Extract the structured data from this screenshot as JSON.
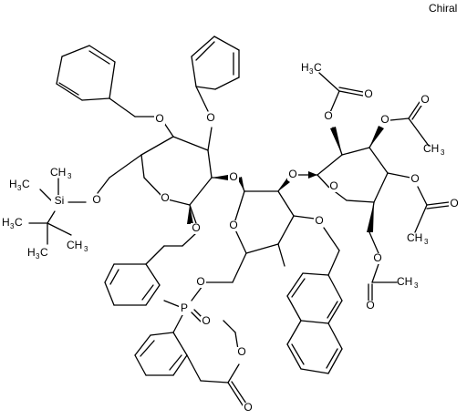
{
  "chiral_flag": "Chiral",
  "atom_labels": {
    "o_ring_left": "O",
    "o_ring_middle": "O",
    "o_ring_right": "O",
    "o_benzyl_upper_left": "O",
    "o_benzyl_upper_right": "O",
    "o_silyl": "O",
    "o_glyco_left": "O",
    "o_glyco_right": "O",
    "o_anomeric": "O",
    "o_naphthyl": "O",
    "o_methylene": "O",
    "o_phosphoryl": "O",
    "o_ester_ether": "O",
    "o_ester_carbonyl": "O",
    "o_acetyl_2_ether": "O",
    "o_acetyl_2_carbonyl": "O",
    "o_acetyl_3_ether": "O",
    "o_acetyl_3_carbonyl": "O",
    "o_acetyl_4_ether": "O",
    "o_acetyl_4_carbonyl": "O",
    "o_acetyl_6_ether": "O",
    "o_acetyl_6_carbonyl": "O",
    "silicon": "Si",
    "phosphorus": "P"
  },
  "groups": {
    "methyl": "CH",
    "methyl_sub": "3",
    "methyl_h3c": "H",
    "methyl_h3c_sub": "3",
    "methyl_h3c_c": "C"
  }
}
